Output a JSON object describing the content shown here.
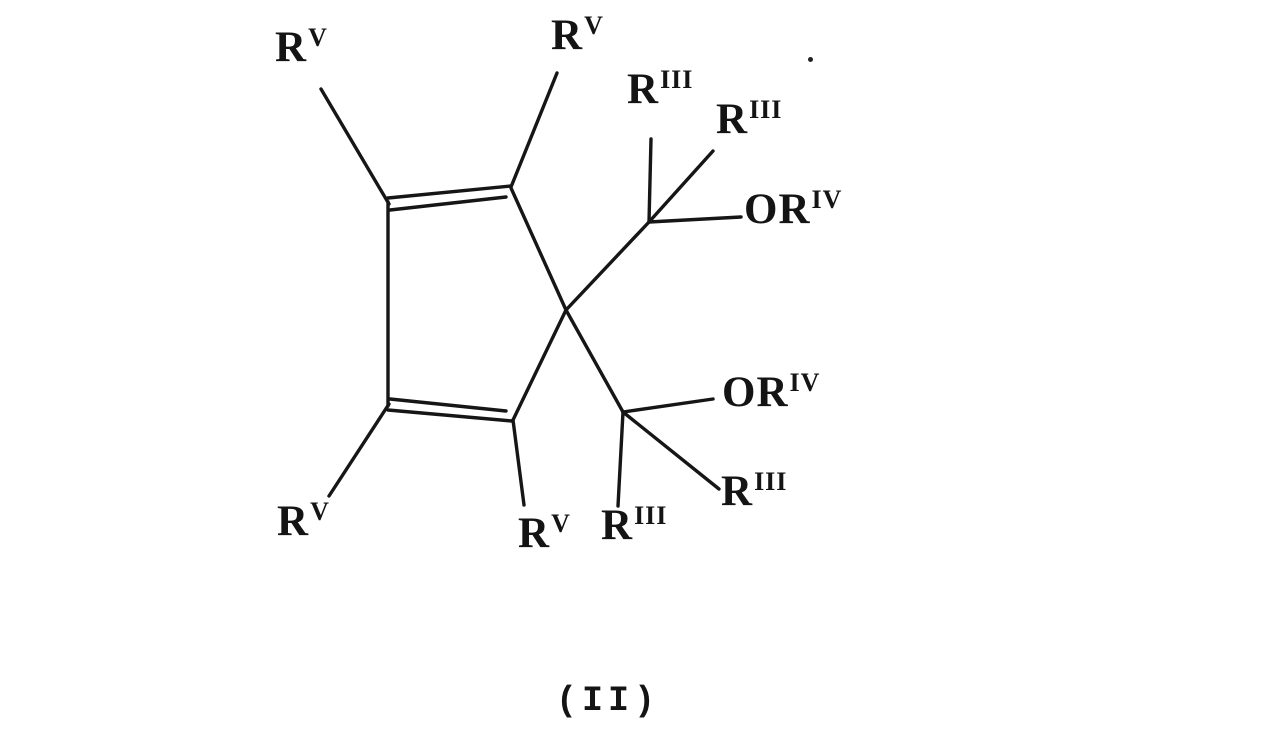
{
  "page": {
    "background": "#ffffff",
    "ink": "#161616"
  },
  "molecule": {
    "formula_label": "(II)",
    "substituents": {
      "rv": {
        "base": "R",
        "sup": "V"
      },
      "riii": {
        "base": "R",
        "sup": "III"
      },
      "oriv": {
        "base": "OR",
        "sup": "IV"
      }
    },
    "label_instances": [
      "rv-top-left",
      "rv-top",
      "riii-upper",
      "riii-upper-right",
      "oriv-upper",
      "oriv-lower",
      "riii-lower-right",
      "riii-bottom",
      "rv-bottom",
      "rv-bottom-left"
    ]
  }
}
